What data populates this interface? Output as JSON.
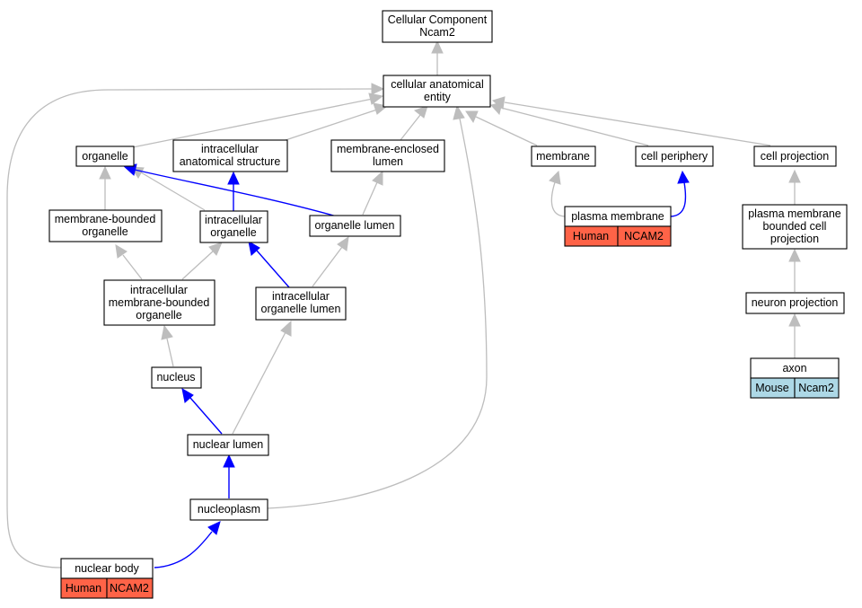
{
  "colors": {
    "gray_edge": "#bdbdbd",
    "blue_edge": "#0000ff",
    "human_tag": "#ff6347",
    "mouse_tag": "#add8e6",
    "node_fill": "#ffffff"
  },
  "nodes": {
    "root": [
      "Cellular Component",
      "Ncam2"
    ],
    "cae": [
      "cellular anatomical",
      "entity"
    ],
    "organelle": [
      "organelle"
    ],
    "ias": [
      "intracellular",
      "anatomical structure"
    ],
    "mel": [
      "membrane-enclosed",
      "lumen"
    ],
    "membrane": [
      "membrane"
    ],
    "cellper": [
      "cell periphery"
    ],
    "cellproj": [
      "cell projection"
    ],
    "mbo": [
      "membrane-bounded",
      "organelle"
    ],
    "io": [
      "intracellular",
      "organelle"
    ],
    "orglumen": [
      "organelle lumen"
    ],
    "pm": [
      "plasma membrane"
    ],
    "pmbcp": [
      "plasma membrane",
      "bounded cell",
      "projection"
    ],
    "imbo": [
      "intracellular",
      "membrane-bounded",
      "organelle"
    ],
    "iol": [
      "intracellular",
      "organelle lumen"
    ],
    "neuronproj": [
      "neuron projection"
    ],
    "nucleus": [
      "nucleus"
    ],
    "axon": [
      "axon"
    ],
    "nuclumen": [
      "nuclear lumen"
    ],
    "nucleoplasm": [
      "nucleoplasm"
    ],
    "nucbody": [
      "nuclear body"
    ]
  },
  "tags": {
    "pm": [
      "Human",
      "NCAM2"
    ],
    "axon": [
      "Mouse",
      "Ncam2"
    ],
    "nucbody": [
      "Human",
      "NCAM2"
    ]
  }
}
